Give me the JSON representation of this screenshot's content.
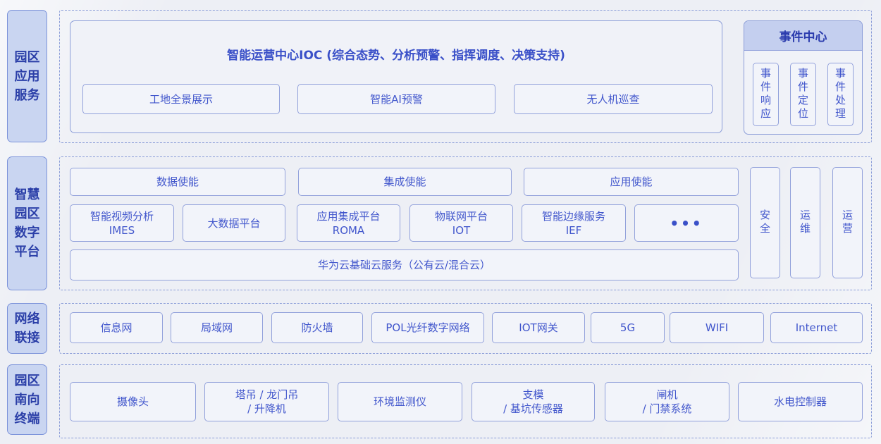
{
  "colors": {
    "accent_text": "#3a50c8",
    "label_fill": "#c9d5f1",
    "label_border": "#7c93da",
    "box_border": "#92a1db",
    "dashed_border": "#8b9dd8",
    "event_header_fill": "#c4cfef",
    "page_bg": "#edeff5"
  },
  "layers": {
    "app_services": {
      "label": "园区\n应用\n服务",
      "ioc": {
        "title": "智能运营中心IOC (综合态势、分析预警、指挥调度、决策支持)",
        "items": [
          {
            "label": "工地全景展示"
          },
          {
            "label": "智能AI预警"
          },
          {
            "label": "无人机巡查"
          }
        ]
      },
      "event_center": {
        "title": "事件中心",
        "items": [
          {
            "label": "事件响应"
          },
          {
            "label": "事件定位"
          },
          {
            "label": "事件处理"
          }
        ]
      }
    },
    "digital_platform": {
      "label": "智慧\n园区\n数字\n平台",
      "enable_headers": [
        {
          "label": "数据使能"
        },
        {
          "label": "集成使能"
        },
        {
          "label": "应用使能"
        }
      ],
      "platforms": [
        {
          "label": "智能视频分析\nIMES"
        },
        {
          "label": "大数据平台"
        },
        {
          "label": "应用集成平台\nROMA"
        },
        {
          "label": "物联网平台\nIOT"
        },
        {
          "label": "智能边缘服务\nIEF"
        },
        {
          "label": "•••"
        }
      ],
      "cloud": "华为云基础云服务（公有云/混合云）",
      "pillars": [
        {
          "label": "安全"
        },
        {
          "label": "运维"
        },
        {
          "label": "运营"
        }
      ]
    },
    "network": {
      "label": "网络\n联接",
      "items": [
        {
          "label": "信息网"
        },
        {
          "label": "局域网"
        },
        {
          "label": "防火墙"
        },
        {
          "label": "POL光纤数字网络"
        },
        {
          "label": "IOT网关"
        },
        {
          "label": "5G"
        },
        {
          "label": "WIFI"
        },
        {
          "label": "Internet"
        }
      ]
    },
    "terminals": {
      "label": "园区\n南向\n终端",
      "items": [
        {
          "label": "摄像头"
        },
        {
          "label": "塔吊 / 龙门吊\n/ 升降机"
        },
        {
          "label": "环境监测仪"
        },
        {
          "label": "支模\n/ 基坑传感器"
        },
        {
          "label": "闸机\n/ 门禁系统"
        },
        {
          "label": "水电控制器"
        }
      ]
    }
  }
}
